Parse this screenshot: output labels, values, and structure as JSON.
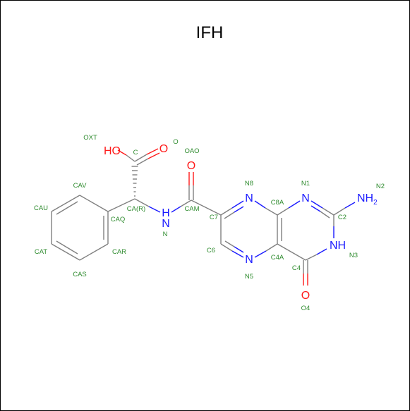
{
  "title": "IFH",
  "colors": {
    "carbon": "#808080",
    "nitrogen": "#1a1aff",
    "oxygen": "#ff1a1a",
    "label": "#2e8b2e"
  },
  "atoms": {
    "ho": "HO",
    "o_carbonyl": "O",
    "o_amide": "O",
    "nh_amide": "H",
    "nh_amide_n": "N",
    "n8": "N",
    "n1": "N",
    "nh2": "NH",
    "nh2_sub": "2",
    "nh3": "NH",
    "n5": "N",
    "o4": "O"
  },
  "labels": {
    "oxt": "OXT",
    "c": "C",
    "o": "O",
    "oao": "OAO",
    "cav": "CAV",
    "cau": "CAU",
    "car": "CA(R)",
    "caq": "CAQ",
    "cat": "CAT",
    "car2": "CAR",
    "cas": "CAS",
    "n": "N",
    "cam": "CAM",
    "c7": "C7",
    "n8": "N8",
    "c8a": "C8A",
    "n1": "N1",
    "n2": "N2",
    "c2": "C2",
    "c6": "C6",
    "n5": "N5",
    "c4a": "C4A",
    "c4": "C4",
    "n3": "N3",
    "o4": "O4"
  }
}
